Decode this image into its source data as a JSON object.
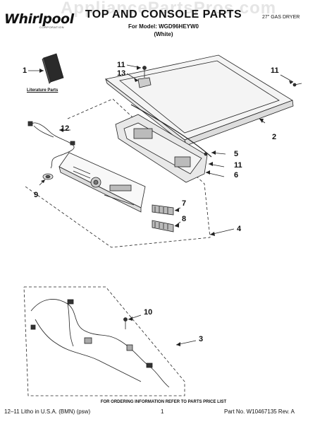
{
  "watermark": "AppliancePartsPros.com",
  "brand": {
    "logo_text": "Whirlpool",
    "logo_sub": "CORPORATION"
  },
  "header": {
    "title": "TOP AND CONSOLE PARTS",
    "model_line": "For Model: WGD96HEYW0",
    "color_line": "(White)",
    "product": "27\" GAS DRYER"
  },
  "literature_label": "Literature Parts",
  "callouts": [
    "1",
    "11",
    "13",
    "11",
    "12",
    "2",
    "5",
    "11",
    "6",
    "9",
    "7",
    "8",
    "4",
    "10",
    "3"
  ],
  "footer": {
    "ordering_note": "FOR ORDERING INFORMATION REFER TO PARTS PRICE LIST",
    "litho": "12–11 Litho in U.S.A. (BMN) (psw)",
    "page": "1",
    "part_no": "Part No. W10467135 Rev. A"
  }
}
